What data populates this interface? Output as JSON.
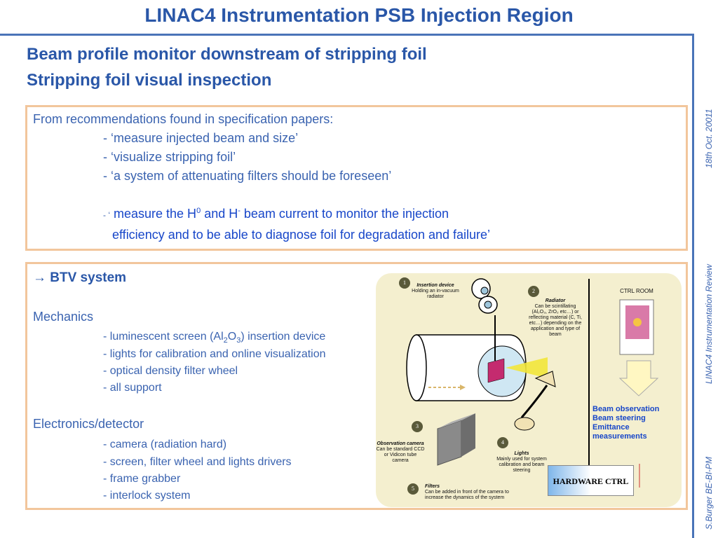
{
  "title": "LINAC4 Instrumentation PSB Injection Region",
  "subtitle1": "Beam profile monitor downstream of stripping foil",
  "subtitle2": "Stripping foil visual inspection",
  "box1": {
    "intro": "From recommendations found in specification papers:",
    "items": [
      "- ‘measure injected beam and size’",
      "- ‘visualize stripping foil’",
      "- ‘a system of attenuating filters should be foreseen’"
    ],
    "line_a_prefix": "- ‘",
    "line_a_text1": " measure the H",
    "line_a_sup1": "0",
    "line_a_text2": " and H",
    "line_a_sup2": "-",
    "line_a_text3": " beam current to monitor the injection",
    "line_b": "efficiency and to be able to diagnose foil for degradation and failure’"
  },
  "box2": {
    "heading": "→ BTV system",
    "mechanics_title": "Mechanics",
    "mech1_a": "- luminescent screen (Al",
    "mech1_sub1": "2",
    "mech1_b": "O",
    "mech1_sub2": "3",
    "mech1_c": ") insertion device",
    "mech2": "- lights for calibration and online visualization",
    "mech3": "- optical density filter wheel",
    "mech4": "- all support",
    "electronics_title": "Electronics/detector",
    "elec": [
      "- camera (radiation hard)",
      "- screen, filter wheel and lights drivers",
      "- frame grabber",
      "- interlock system"
    ]
  },
  "diagram": {
    "insertion_title": "Insertion device",
    "insertion_text": "Holding an in-vacuum radiator",
    "radiator_title": "Radiator",
    "radiator_text": "Can be scintillating (Al₂O₃, ZrO₂ etc…) or reflecting material (C, Ti, etc…) depending on the application and type of beam",
    "ctrl_room": "CTRL ROOM",
    "camera_title": "Observation camera",
    "camera_text": "Can be standard CCD or Vidicon tube camera",
    "lights_title": "Lights",
    "lights_text": "Mainly used for system calibration and beam steering",
    "filters_title": "Filters",
    "filters_text": "Can be added in front of the camera to increase the dynamics of the system",
    "beam1": "Beam observation",
    "beam2": "Beam steering",
    "beam3": "Emittance measurements",
    "hardware_ctrl": "HARDWARE CTRL",
    "nums": [
      "1",
      "2",
      "3",
      "4",
      "5"
    ]
  },
  "sidebar": {
    "date": "18th Oct. 20011",
    "review": "LINAC4 Instrumentation Review",
    "author": "S.Burger BE-BI-PM"
  },
  "colors": {
    "title": "#2a57a8",
    "text": "#3a63b0",
    "accent_blue": "#1746c9",
    "box_border": "#f2c69c",
    "rule": "#4a74b8"
  }
}
